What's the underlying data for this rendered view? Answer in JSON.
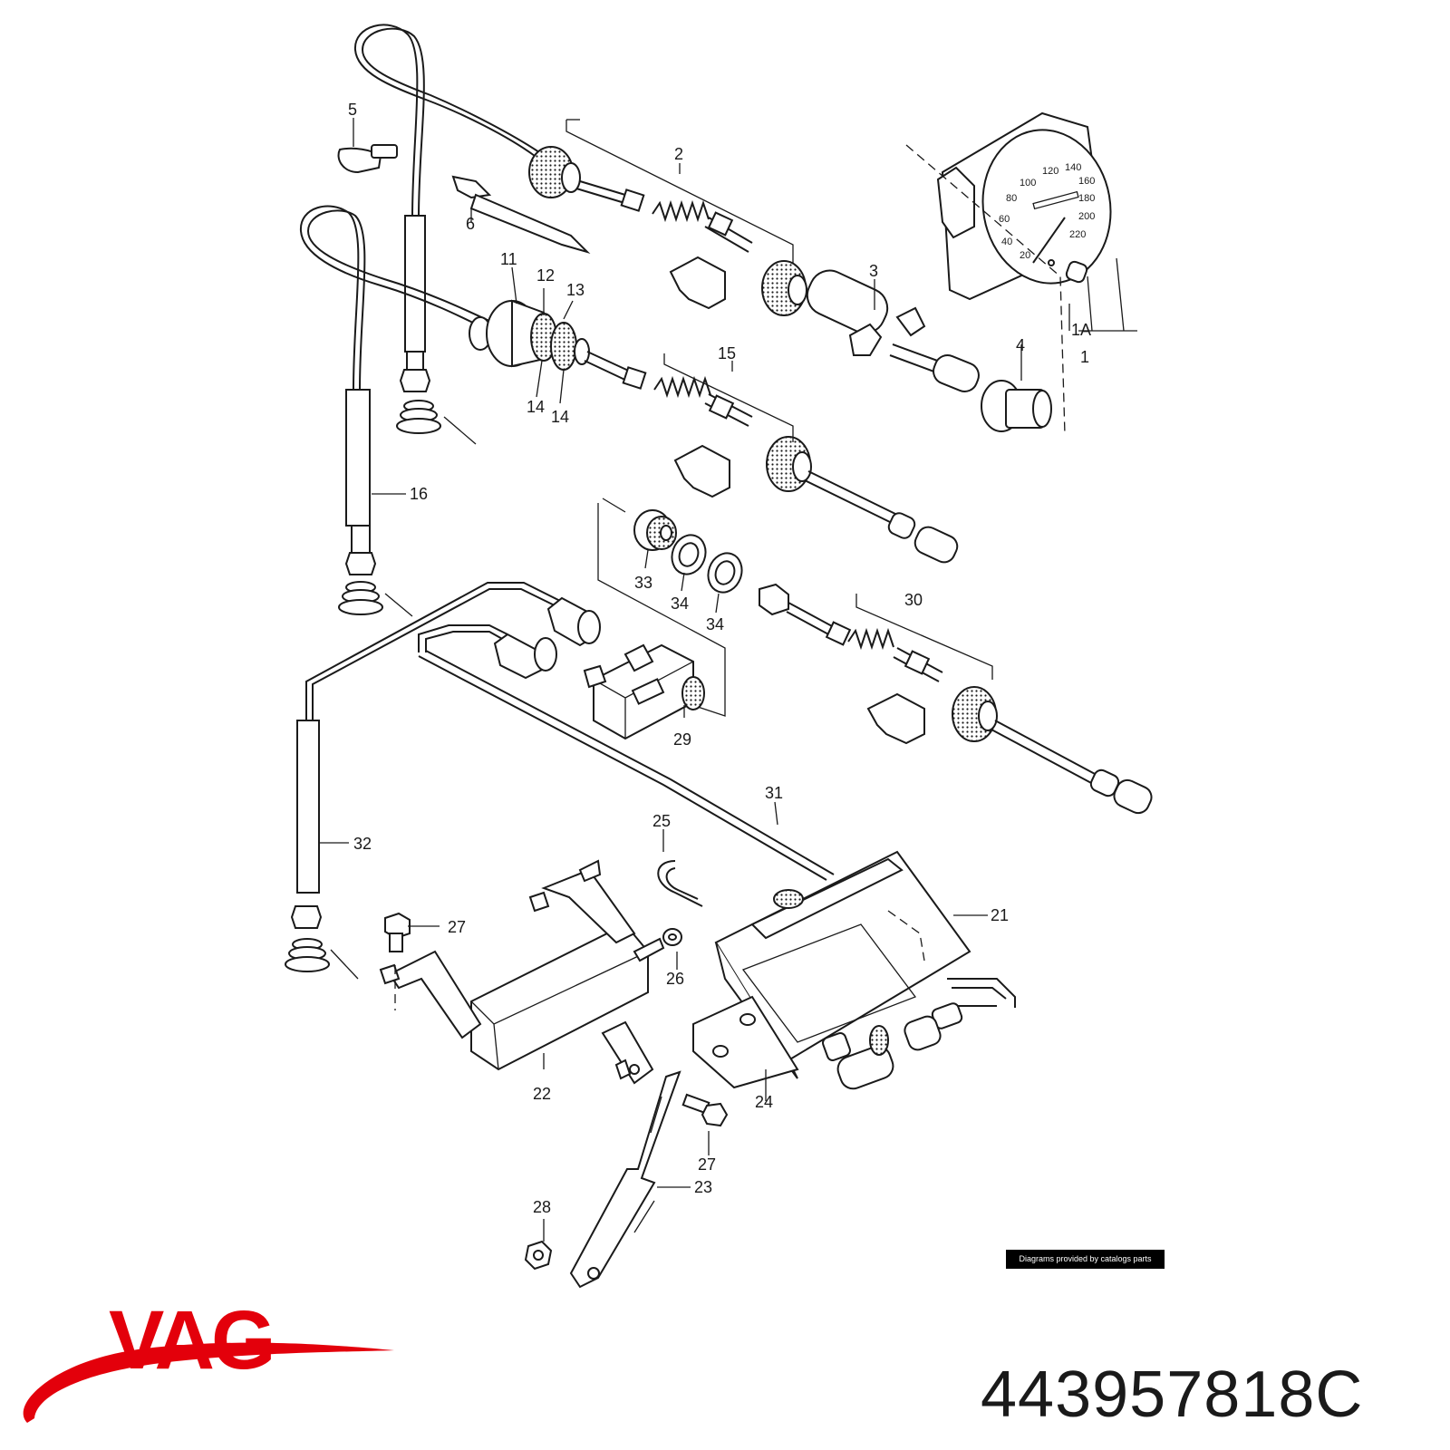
{
  "brand": {
    "name": "VAG",
    "color": "#e3000b"
  },
  "part_number": "443957818C",
  "credit": "Diagrams provided by catalogs parts",
  "callouts": [
    "1",
    "1A",
    "2",
    "3",
    "4",
    "5",
    "6",
    "11",
    "12",
    "13",
    "14",
    "14",
    "15",
    "16",
    "21",
    "22",
    "23",
    "24",
    "25",
    "26",
    "27",
    "27",
    "28",
    "29",
    "30",
    "31",
    "32",
    "33",
    "34",
    "34"
  ],
  "gauge_ticks": [
    "20",
    "40",
    "60",
    "80",
    "100",
    "120",
    "140",
    "160",
    "180",
    "200",
    "220"
  ]
}
